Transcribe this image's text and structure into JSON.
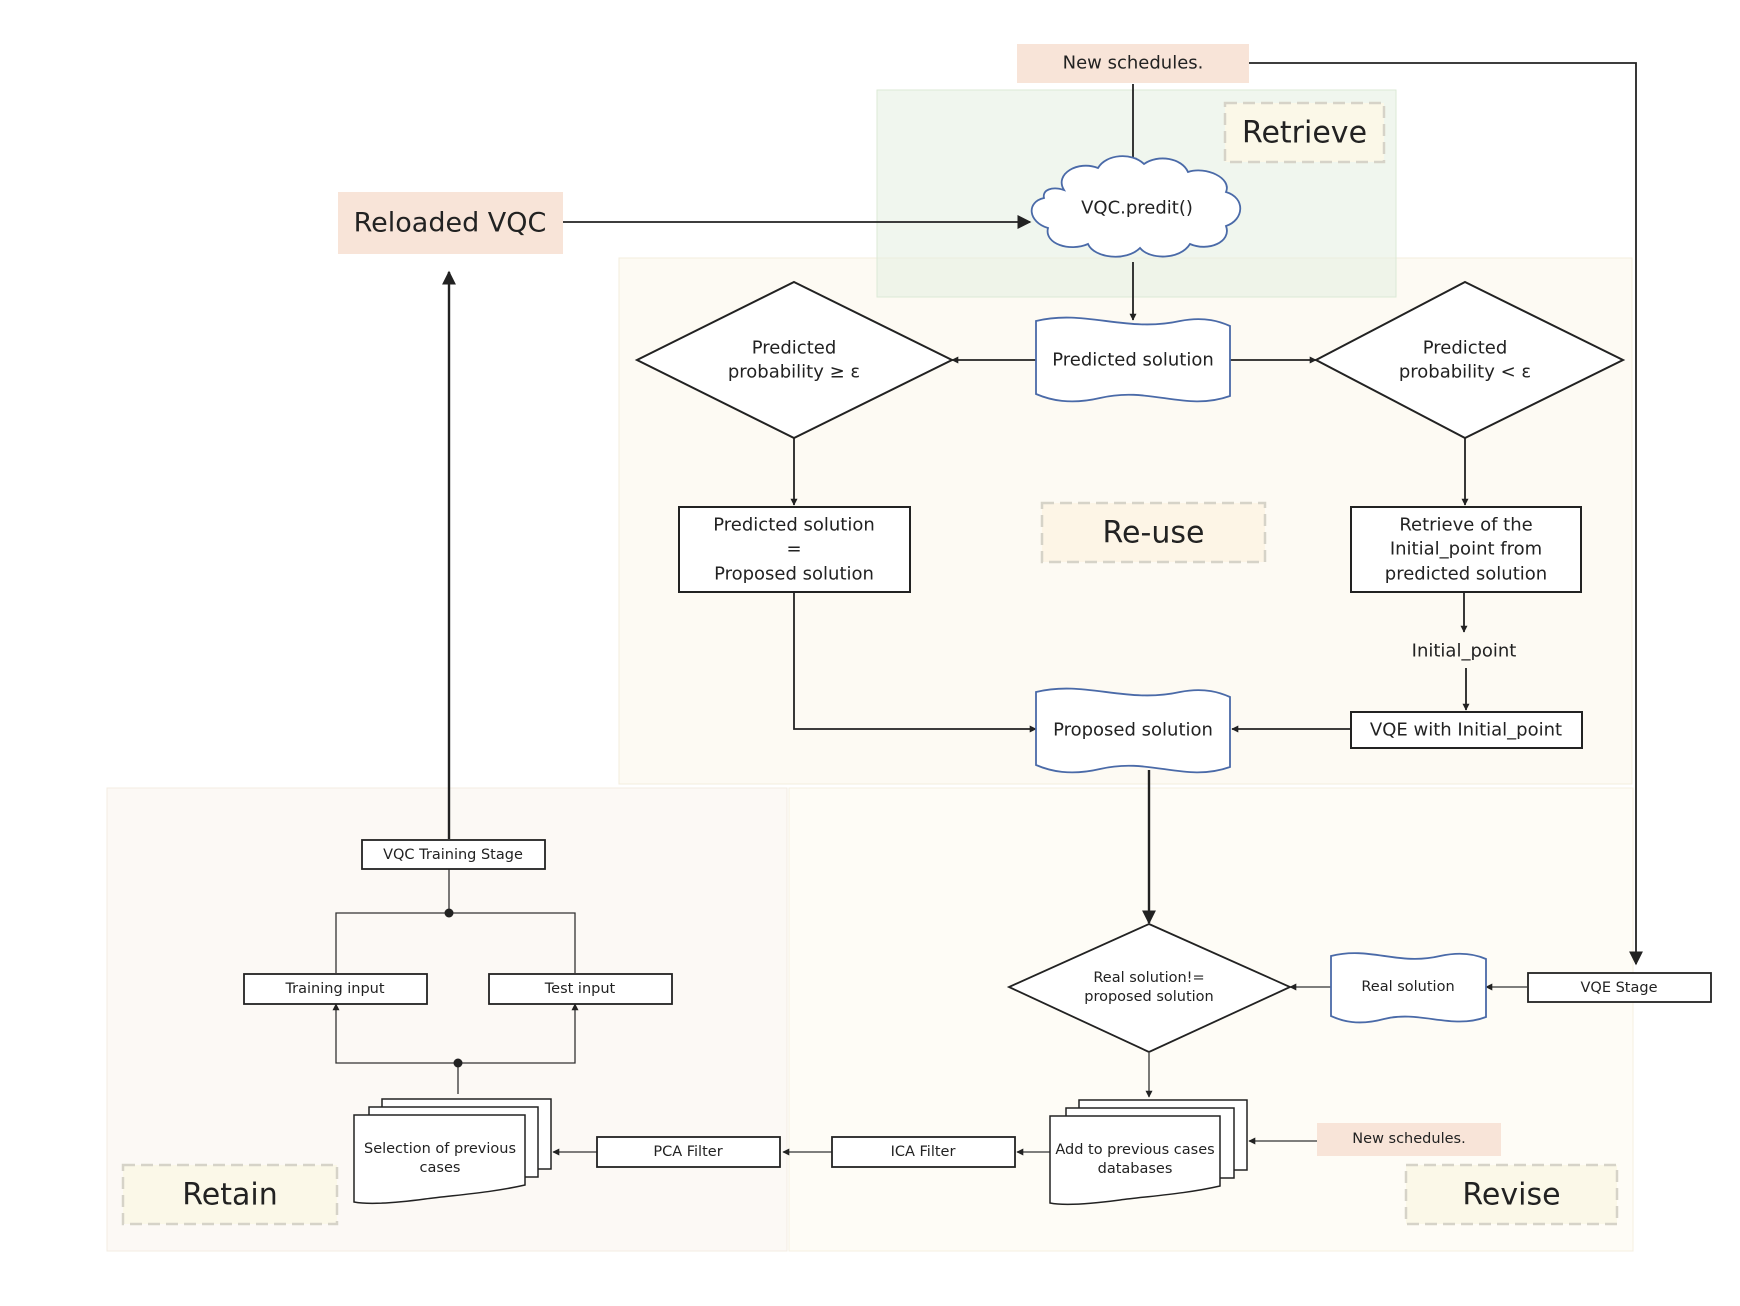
{
  "stages": {
    "retrieve": "Retrieve",
    "reuse": "Re-use",
    "revise": "Revise",
    "retain": "Retain"
  },
  "top": {
    "new_schedules": "New schedules.",
    "reloaded_vqc": "Reloaded VQC",
    "vqc_predict": "VQC.predit()"
  },
  "reuse": {
    "predicted_solution": "Predicted solution",
    "diamond_left_line1": "Predicted",
    "diamond_left_line2": "probability  ≥ ε",
    "diamond_right_line1": "Predicted",
    "diamond_right_line2": "probability < ε",
    "equal_box_line1": "Predicted solution",
    "equal_box_line2": "=",
    "equal_box_line3": "Proposed solution",
    "retrieve_box_line1": "Retrieve of the",
    "retrieve_box_line2": "Initial_point from",
    "retrieve_box_line3": "predicted solution",
    "initial_point": "Initial_point",
    "vqe_initial": "VQE with Initial_point",
    "proposed_solution": "Proposed solution"
  },
  "revise": {
    "diamond_line1": "Real solution!=",
    "diamond_line2": "proposed solution",
    "real_solution": "Real solution",
    "vqe_stage": "VQE Stage",
    "new_schedules": "New schedules.",
    "add_cases_line1": "Add to previous cases",
    "add_cases_line2": "databases",
    "ica_filter": "ICA Filter"
  },
  "retain": {
    "pca_filter": "PCA Filter",
    "selection_line1": "Selection of previous",
    "selection_line2": "cases",
    "training_input": "Training input",
    "test_input": "Test input",
    "vqc_training": "VQC Training Stage"
  },
  "colors": {
    "salmon": "#f8e4d8",
    "retrieve_region": "#eef5ec",
    "reuse_region": "#fdfaf3",
    "revise_region": "#fefcf6",
    "retain_region": "#fcf9f5",
    "label_fill": "#fbf8e8",
    "label_border": "#d6d3c8",
    "doc_stroke": "#4a6aa8"
  }
}
